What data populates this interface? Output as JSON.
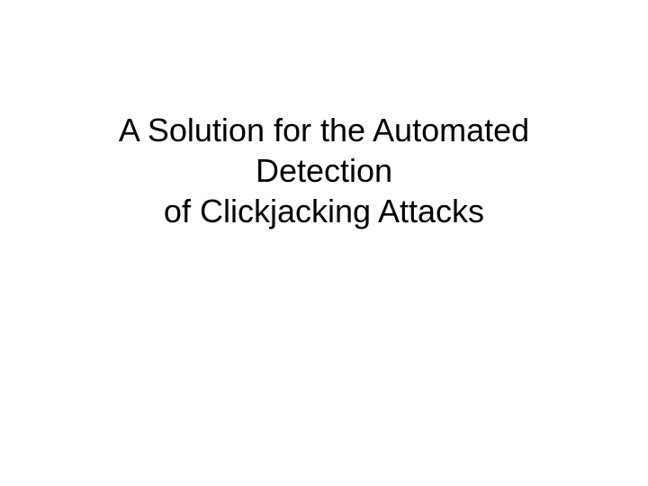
{
  "slide": {
    "title_lines": [
      "A Solution for the Automated",
      "Detection",
      "of Clickjacking Attacks"
    ]
  },
  "colors": {
    "background": "#ffffff",
    "text": "#000000"
  }
}
